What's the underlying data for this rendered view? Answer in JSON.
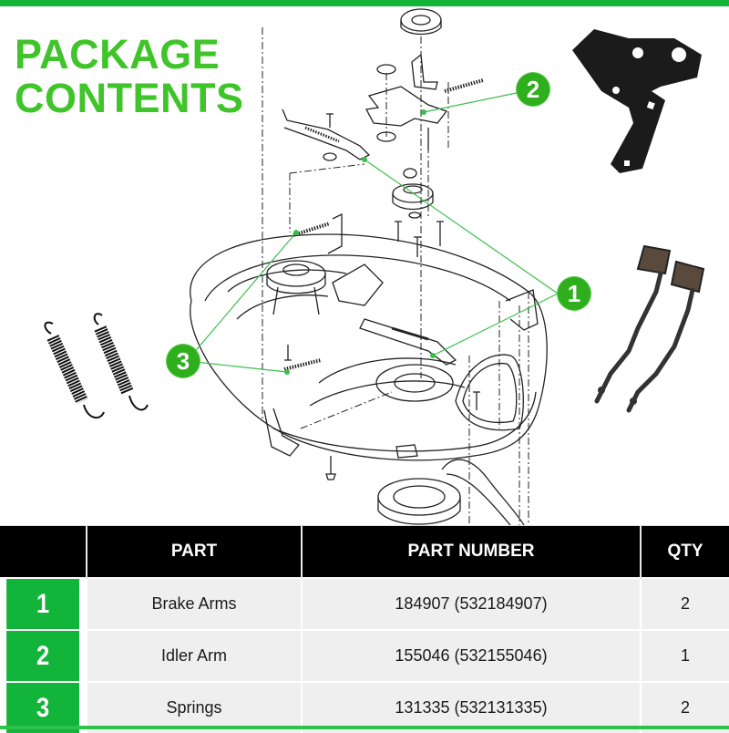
{
  "header": {
    "title_line1": "PACKAGE",
    "title_line2": "CONTENTS"
  },
  "colors": {
    "brand_green": "#12b43a",
    "title_green": "#3fc42a",
    "callout_green": "#2fae1e",
    "header_bg": "#000000",
    "row_bg": "#efefef"
  },
  "callouts": [
    {
      "label": "1",
      "part": "Brake Arms"
    },
    {
      "label": "2",
      "part": "Idler Arm"
    },
    {
      "label": "3",
      "part": "Springs"
    }
  ],
  "table": {
    "headers": [
      "",
      "PART",
      "PART NUMBER",
      "QTY"
    ],
    "rows": [
      {
        "num": "1",
        "part": "Brake Arms",
        "part_number": "184907 (532184907)",
        "qty": "2"
      },
      {
        "num": "2",
        "part": "Idler Arm",
        "part_number": "155046 (532155046)",
        "qty": "1"
      },
      {
        "num": "3",
        "part": "Springs",
        "part_number": "131335 (532131335)",
        "qty": "2"
      }
    ]
  }
}
